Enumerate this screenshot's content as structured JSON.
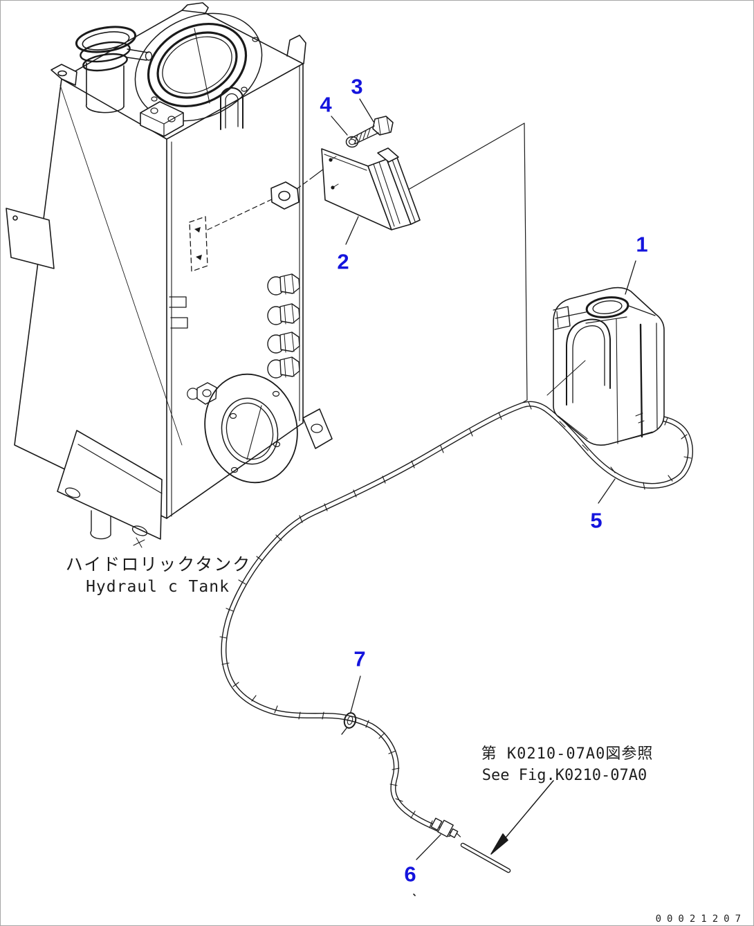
{
  "page": {
    "background": "#ffffff",
    "border_color": "#a6a6a6",
    "doc_number": "00021207"
  },
  "colors": {
    "callout_blue": "#1414dd",
    "line_black": "#1a1a1a"
  },
  "captions": {
    "tank_jp": "ハイドロリックタンク",
    "tank_en": "Hydraul c Tank",
    "see_fig_jp": "第 K0210-07A0図参照",
    "see_fig_en": "See Fig.K0210-07A0"
  },
  "callouts": {
    "c1": {
      "text": "1"
    },
    "c2": {
      "text": "2"
    },
    "c3": {
      "text": "3"
    },
    "c4": {
      "text": "4"
    },
    "c5": {
      "text": "5"
    },
    "c6": {
      "text": "6"
    },
    "c7": {
      "text": "7"
    }
  }
}
